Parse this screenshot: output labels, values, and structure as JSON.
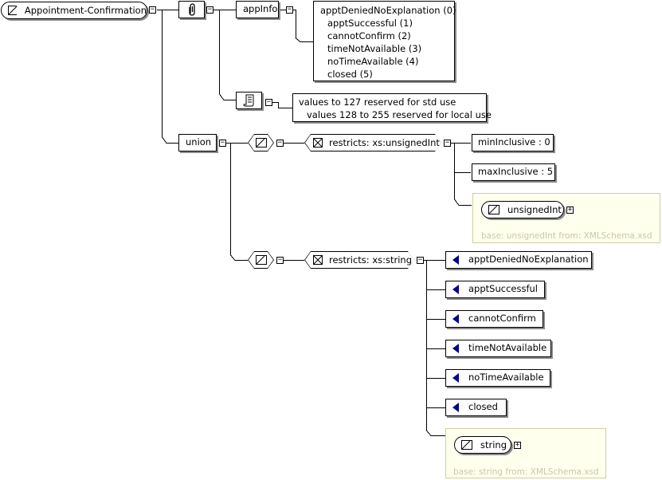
{
  "root": {
    "label": "Appointment-Confirmation",
    "icon": "simple-type-icon"
  },
  "annotation": {
    "icon": "annotation-paperclip-icon"
  },
  "appinfo": {
    "label": "appInfo",
    "lines": [
      "apptDeniedNoExplanation (0)",
      "apptSuccessful (1)",
      "cannotConfirm (2)",
      "timeNotAvailable (3)",
      "noTimeAvailable (4)",
      "closed (5)"
    ]
  },
  "documentation": {
    "icon": "documentation-scroll-icon",
    "lines": [
      "values to 127 reserved for std use",
      "values 128 to 255 reserved for local use"
    ]
  },
  "union": {
    "label": "union"
  },
  "member1": {
    "icon": "simple-type-icon",
    "restriction": "restricts: xs:unsignedInt",
    "facets": [
      "minInclusive : 0",
      "maxInclusive : 5"
    ],
    "base_type": "unsignedInt",
    "base_note": "base: unsignedInt from: XMLSchema.xsd"
  },
  "member2": {
    "icon": "simple-type-icon",
    "restriction": "restricts: xs:string",
    "enumerations": [
      "apptDeniedNoExplanation",
      "apptSuccessful",
      "cannotConfirm",
      "timeNotAvailable",
      "noTimeAvailable",
      "closed"
    ],
    "base_type": "string",
    "base_note": "base: string from: XMLSchema.xsd"
  }
}
